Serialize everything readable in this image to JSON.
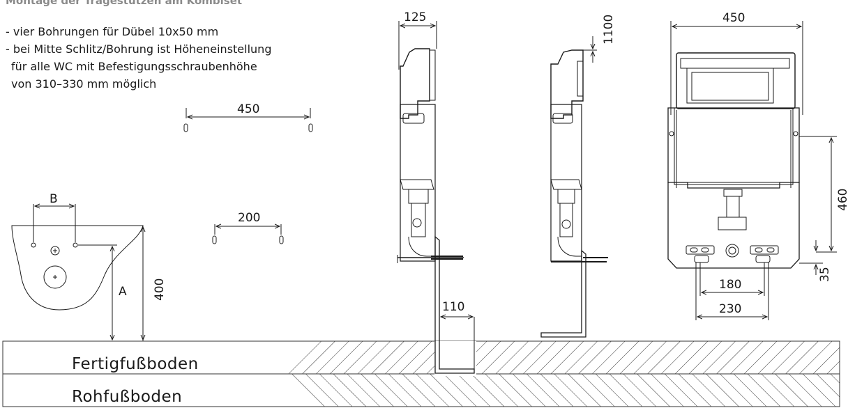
{
  "heading": "Montage der Tragestützen am Kombiset",
  "notes": [
    "- vier Bohrungen für Dübel 10x50 mm",
    "- bei Mitte Schlitz/Bohrung ist Höheneinstellung",
    "für alle WC mit Befestigungsschraubenhöhe",
    "von 310–330 mm möglich"
  ],
  "dimensions": {
    "drill_spacing_top": "450",
    "drill_spacing_bottom": "200",
    "bowl_B": "B",
    "bowl_A": "A",
    "bowl_height": "400",
    "side_depth": "125",
    "side_height": "1100",
    "bracket_depth": "110",
    "front_width": "450",
    "front_height": "460",
    "front_offset": "35",
    "foot_inner": "180",
    "foot_outer": "230"
  },
  "floors": {
    "finished": "Fertigfußboden",
    "raw": "Rohfußboden"
  }
}
